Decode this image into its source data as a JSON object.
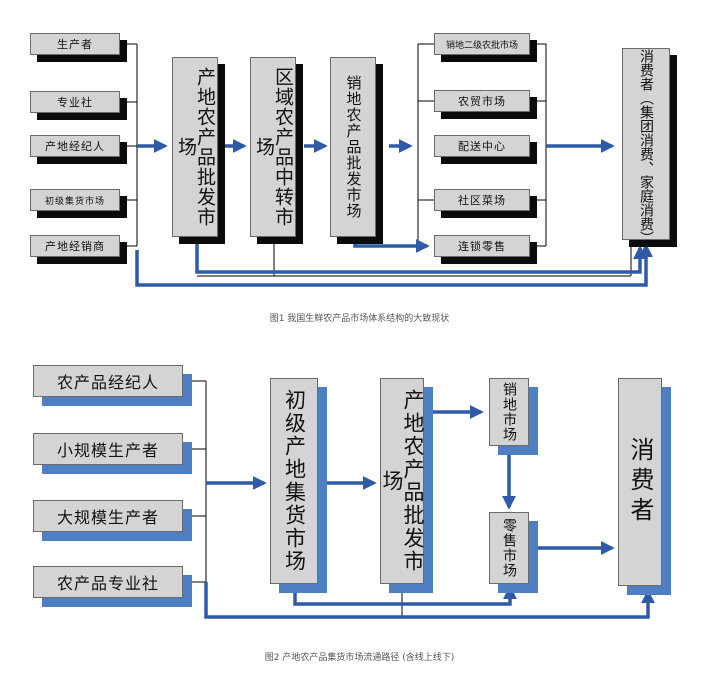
{
  "figure1": {
    "sources": [
      "生产者",
      "专业社",
      "产地经纪人",
      "初级集货市场",
      "产地经销商"
    ],
    "wholesale": "产地农产品批发市场",
    "regional": "区域农产品中转市场",
    "sales_wholesale": "销地农产品批发市场",
    "outlets": [
      "销地二级农批市场",
      "农贸市场",
      "配送中心",
      "社区菜场",
      "连锁零售"
    ],
    "consumer": "消费者（集团消费、家庭消费）",
    "caption": "图1  我国生鲜农产品市场体系结构的大致现状"
  },
  "figure2": {
    "sources": [
      "农产品经纪人",
      "小规模生产者",
      "大规模生产者",
      "农产品专业社"
    ],
    "collection": "初级产地集货市场",
    "wholesale": "产地农产品批发市场",
    "sales_market": "销地市场",
    "retail": "零售市场",
    "consumer": "消费者",
    "caption": "图2  产地农产品集货市场流通路径 (含线上线下)"
  },
  "colors": {
    "box_fill": "#d4d4d4",
    "shadow_dark": "#0b0b0b",
    "shadow_blue": "#4f7fc3",
    "arrow_blue": "#2e5aa8",
    "line_black": "#000000"
  }
}
